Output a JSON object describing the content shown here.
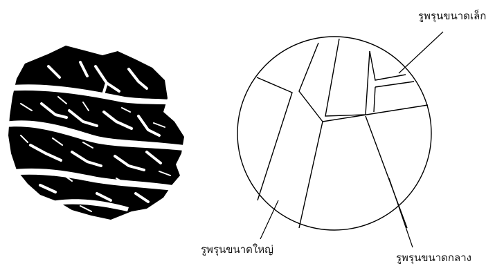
{
  "labels": {
    "small_pores": "รูพรุนขนาดเล็ก",
    "large_pores": "รูพรุนขนาดใหญ่",
    "medium_pores": "รูพรุนขนาดกลาง"
  },
  "colors": {
    "ink": "#000000",
    "paper": "#ffffff"
  }
}
